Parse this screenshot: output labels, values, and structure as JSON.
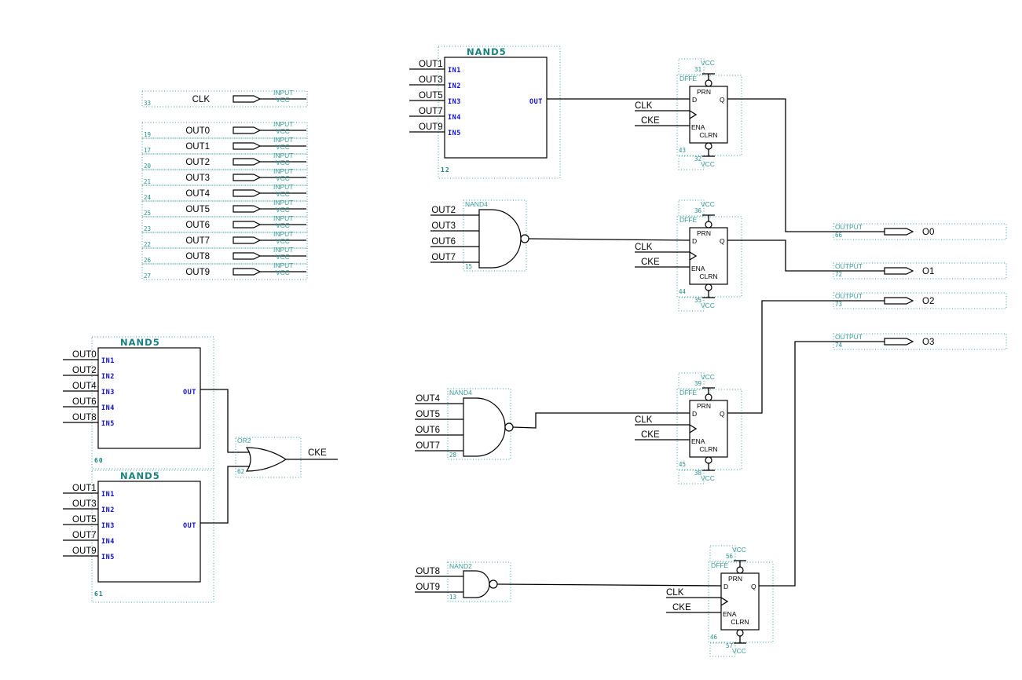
{
  "labels": {
    "input": "INPUT",
    "vcc": "VCC",
    "output": "OUTPUT",
    "dffe": "DFFE",
    "out_pin": "OUT",
    "nand5": "NAND5",
    "nand4": "NAND4",
    "nand2": "NAND2",
    "or2": "OR2",
    "clk": "CLK",
    "cke": "CKE",
    "d": "D",
    "q": "Q",
    "prn": "PRN",
    "ena": "ENA",
    "clrn": "CLRN"
  },
  "nand5_pins": [
    "IN1",
    "IN2",
    "IN3",
    "IN4",
    "IN5"
  ],
  "clk_input": {
    "name": "CLK",
    "num": "33"
  },
  "input_ports": [
    {
      "name": "OUT0",
      "num": "19"
    },
    {
      "name": "OUT1",
      "num": "17"
    },
    {
      "name": "OUT2",
      "num": "20"
    },
    {
      "name": "OUT3",
      "num": "21"
    },
    {
      "name": "OUT4",
      "num": "24"
    },
    {
      "name": "OUT5",
      "num": "25"
    },
    {
      "name": "OUT6",
      "num": "23"
    },
    {
      "name": "OUT7",
      "num": "22"
    },
    {
      "name": "OUT8",
      "num": "26"
    },
    {
      "name": "OUT9",
      "num": "27"
    }
  ],
  "nand5_top": {
    "num": "12",
    "inputs": [
      "OUT1",
      "OUT3",
      "OUT5",
      "OUT7",
      "OUT9"
    ]
  },
  "nand5_a": {
    "num": "60",
    "inputs": [
      "OUT0",
      "OUT2",
      "OUT4",
      "OUT6",
      "OUT8"
    ]
  },
  "nand5_b": {
    "num": "61",
    "inputs": [
      "OUT1",
      "OUT3",
      "OUT5",
      "OUT7",
      "OUT9"
    ]
  },
  "or2": {
    "num": "62",
    "output": "CKE"
  },
  "nand4_a": {
    "num": "15",
    "inputs": [
      "OUT2",
      "OUT3",
      "OUT6",
      "OUT7"
    ]
  },
  "nand4_b": {
    "num": "28",
    "inputs": [
      "OUT4",
      "OUT5",
      "OUT6",
      "OUT7"
    ]
  },
  "nand2": {
    "num": "13",
    "inputs": [
      "OUT8",
      "OUT9"
    ]
  },
  "dffes": [
    {
      "num": "43",
      "vcc_top": "31",
      "vcc_bottom": "32"
    },
    {
      "num": "44",
      "vcc_top": "36",
      "vcc_bottom": "35"
    },
    {
      "num": "45",
      "vcc_top": "39",
      "vcc_bottom": "38"
    },
    {
      "num": "46",
      "vcc_top": "56",
      "vcc_bottom": "57"
    }
  ],
  "outputs": [
    {
      "name": "O0",
      "num": "66"
    },
    {
      "name": "O1",
      "num": "72"
    },
    {
      "name": "O2",
      "num": "73"
    },
    {
      "name": "O3",
      "num": "74"
    }
  ],
  "colors": {
    "wire": "#000000",
    "pin_label": "#1010d0",
    "title": "#1a8080",
    "dotted": "#3b9c9c"
  }
}
